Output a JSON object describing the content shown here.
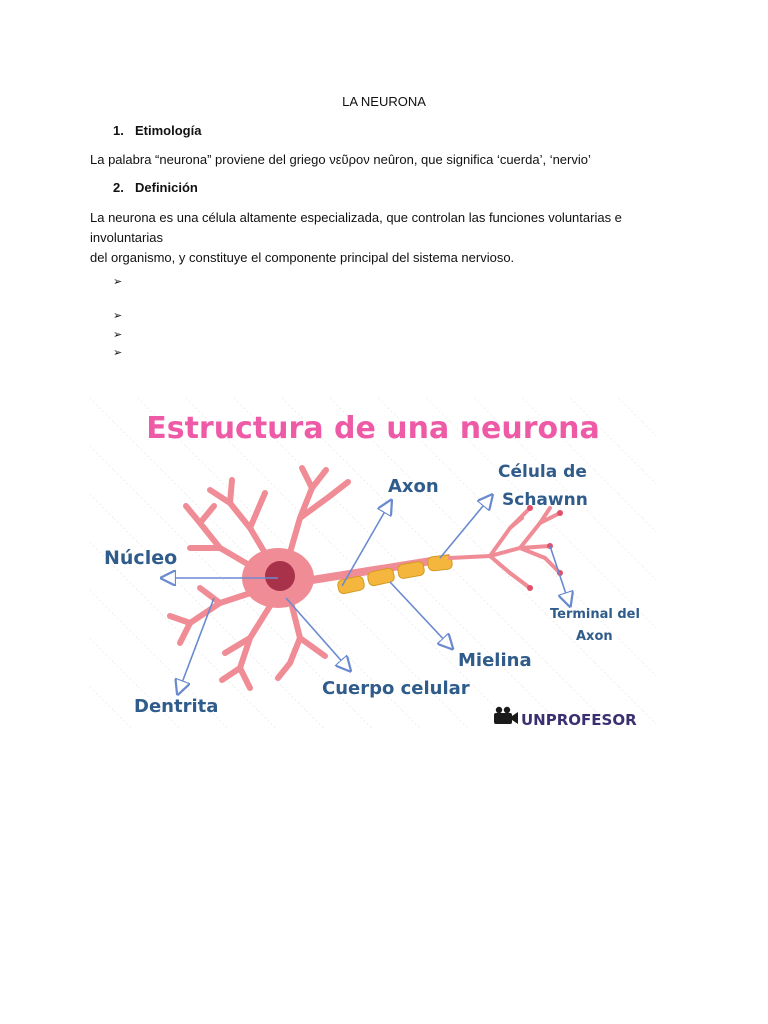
{
  "document": {
    "title": "LA NEURONA",
    "sections": [
      {
        "number": "1.",
        "heading": "Etimología",
        "text": "La palabra “neurona” proviene del griego νεῦρον neûron, que significa ‘cuerda’, ‘nervio’"
      },
      {
        "number": "2.",
        "heading": "Definición",
        "text_line1": "La neurona  es una célula altamente especializada, que controlan las funciones voluntarias e involuntarias",
        "text_line2": "del organismo, y constituye el componente principal del sistema nervioso."
      }
    ],
    "bullet_glyph": "➢"
  },
  "figure": {
    "title": "Estructura de una neurona",
    "labels": {
      "nucleo": "Núcleo",
      "axon": "Axon",
      "celula_schwann_1": "Célula de",
      "celula_schwann_2": "Schawnn",
      "terminal_1": "Terminal del",
      "terminal_2": "Axon",
      "mielina": "Mielina",
      "cuerpo": "Cuerpo celular",
      "dentrita": "Dentrita"
    },
    "watermark": "UNPROFESOR",
    "colors": {
      "title": "#ee5aa6",
      "label": "#2f5c8a",
      "neuron": "#f08c95",
      "nucleus": "#a8324a",
      "myelin": "#f4b63d",
      "arrow": "#6a8ad0"
    }
  }
}
